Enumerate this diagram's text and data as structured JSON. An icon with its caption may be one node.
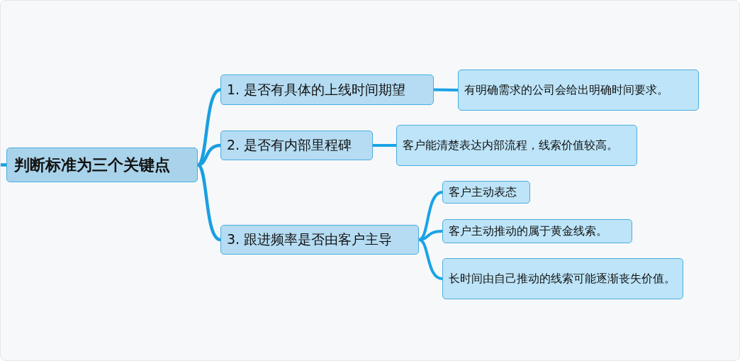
{
  "diagram": {
    "nodes": [
      {
        "text": [
          "判断标准为三个关键点"
        ]
      },
      {
        "text": [
          "1. 是否有具体的上线时间期望"
        ]
      },
      {
        "text": [
          "有明确需求的公司会给出明确时间要求。"
        ]
      },
      {
        "text": [
          "2. 是否有内部里程碑"
        ]
      },
      {
        "text": [
          "客户能清楚表达内部流程，线索价值较高。"
        ]
      },
      {
        "text": [
          "3. 跟进频率是否由客户主导"
        ]
      },
      {
        "text": [
          "客户主动表态"
        ]
      },
      {
        "text": [
          "客户主动推动的属于黄金线索。"
        ]
      },
      {
        "text": [
          "长时间由自己推动的线索可能逐渐丧失价值。"
        ]
      }
    ],
    "edges": [
      {
        "from": null,
        "to": 0,
        "arrow": "none"
      },
      {
        "from": 0,
        "to": 1,
        "arrow": "none"
      },
      {
        "from": 0,
        "to": 3,
        "arrow": "none"
      },
      {
        "from": 0,
        "to": 5,
        "arrow": "none"
      },
      {
        "from": 1,
        "to": 2,
        "arrow": "none"
      },
      {
        "from": 3,
        "to": 4,
        "arrow": "none"
      },
      {
        "from": 5,
        "to": 6,
        "arrow": "none"
      },
      {
        "from": 5,
        "to": 7,
        "arrow": "none"
      },
      {
        "from": 5,
        "to": 8,
        "arrow": "none"
      }
    ]
  }
}
